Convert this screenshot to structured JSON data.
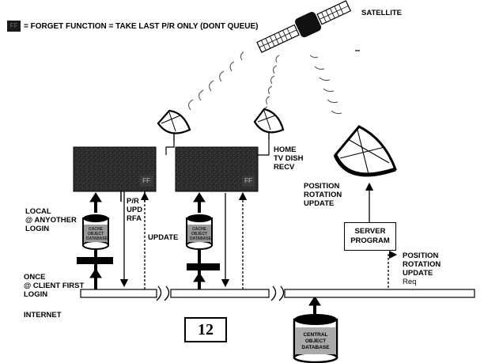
{
  "legend": {
    "badge": "FF",
    "text": "= FORGET FUNCTION = TAKE LAST P/R ONLY (DONT QUEUE)"
  },
  "satellite": {
    "label": "SATELLITE"
  },
  "home_dish": {
    "lines": [
      "HOME",
      "TV DISH",
      "RECV"
    ]
  },
  "client_boxes": [
    {
      "badge": "FF",
      "db_label": "CACHE OBJECT DATABASE"
    },
    {
      "badge": "FF",
      "db_label": "CACHE OBJECT DATABASE"
    }
  ],
  "labels": {
    "local_login": [
      "LOCAL",
      "@ ANYOTHER",
      "LOGIN"
    ],
    "pr_upd_rfa": [
      "P/R",
      "UPD",
      "RFA"
    ],
    "update": "UPDATE",
    "position_update": [
      "POSITION",
      "ROTATION",
      "UPDATE"
    ],
    "position_update_req": [
      "POSITION",
      "ROTATION",
      "UPDATE",
      "Req"
    ],
    "once_login": [
      "ONCE",
      "@ CLIENT FIRST",
      "LOGIN"
    ],
    "internet": "INTERNET"
  },
  "server": {
    "lines": [
      "SERVER",
      "PROGRAM"
    ]
  },
  "central_db": {
    "lines": [
      "CENTRAL",
      "OBJECT",
      "DATABASE"
    ]
  },
  "figure_number": "12"
}
